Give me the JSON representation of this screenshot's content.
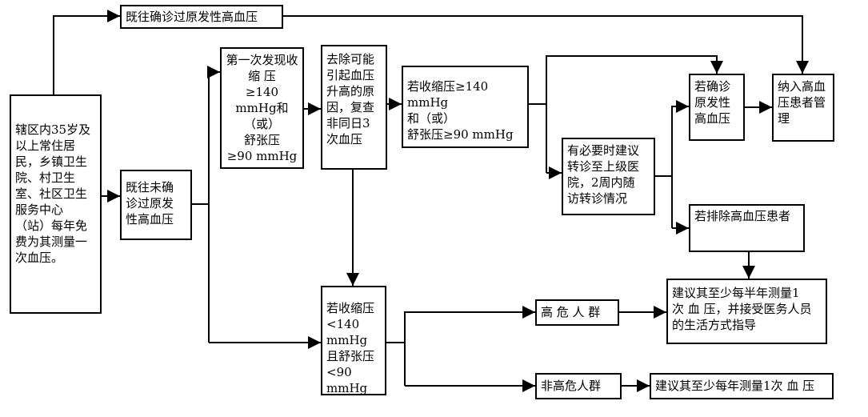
{
  "diagram": {
    "nodes": {
      "start": "辖区内35岁及以上常住居民，乡镇卫生院、村卫生室、社区卫生服务中心（站）每年免费为其测量一次血压。",
      "diagnosed": "既往确诊过原发性高血压",
      "undiagnosed": "既往未确诊过原发性高血压",
      "first_found": "第一次发现收缩压≥140 mmHg和（或）舒张压≥90 mmHg",
      "recheck": "去除可能引起血压升高的原因，复查非同日3次血压",
      "high_bp": "若收缩压≥140 mmHg和（或）舒张压≥90 mmHg",
      "referral": "有必要时建议转诊至上级医院，2周内随访转诊情况",
      "confirmed": "若确诊原发性高血压",
      "manage": "纳入高血压患者管理",
      "excluded": "若排除高血压患者",
      "low_bp": "若收缩压<140 mmHg且舒张压<90 mmHg",
      "high_risk": "高危人群",
      "non_high_risk": "非高危人群",
      "advice_half_year": "建议其至少每半年测量1次血压，并接受医务人员的生活方式指导",
      "advice_yearly": "建议其至少每年测量1次血压"
    },
    "display": {
      "start": "辖区内35岁及\n以上常住居\n民，乡镇卫生\n院、村卫生\n室、社区卫生\n服务中心\n（站）每年免\n费为其测量一\n次血压。",
      "diagnosed": "既往确诊过原发性高血压",
      "undiagnosed": "既往未确\n诊过原发\n性高血压",
      "first_found": "第一次发现收\n缩 压\n≥140 mmHg和\n（或）\n舒张压\n≥90 mmHg",
      "recheck": "去除可能\n引起血压\n升高的原\n因，复查\n非同日3\n次血压",
      "high_bp": "若收缩压≥140 mmHg\n和（或）\n舒张压≥90 mmHg",
      "referral": "有必要时建议\n转诊至上级医\n院，2周内随\n访转诊情况",
      "confirmed": "若确诊\n原发性\n高血压",
      "manage": "纳入高血\n压患者管\n理",
      "excluded": "若排除高血压患者",
      "low_bp": "若收缩压\n<140 mmHg\n且舒张压\n<90 mmHg",
      "high_risk": "高 危 人 群",
      "non_high_risk": "非高危人群",
      "advice_half_year": "建议其至少每半年测量1\n次 血 压，并接受医务人员\n的生活方式指导",
      "advice_yearly": "建议其至少每年测量1次 血 压"
    }
  }
}
